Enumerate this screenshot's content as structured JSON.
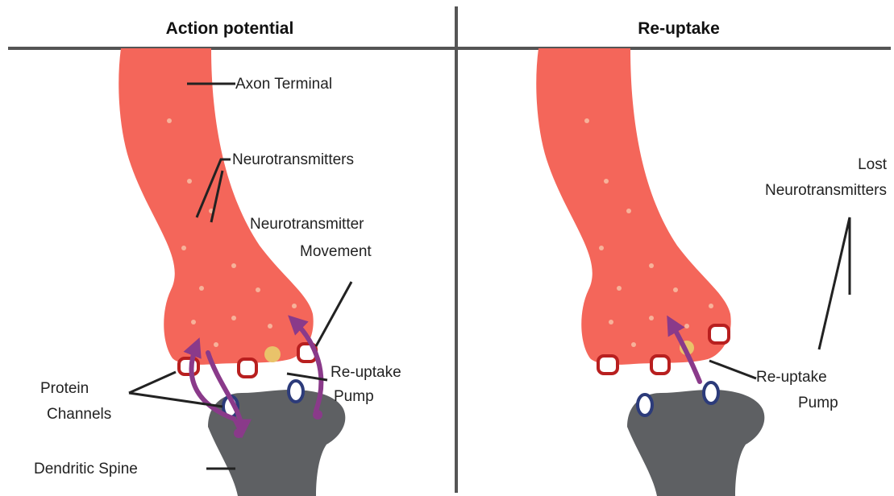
{
  "panels": {
    "left": {
      "title": "Action potential",
      "labels": {
        "axon_terminal": "Axon Terminal",
        "neurotransmitters": "Neurotransmitters",
        "nt_movement_line1": "Neurotransmitter",
        "nt_movement_line2": "Movement",
        "pump_line1": "Re-uptake",
        "pump_line2": "Pump",
        "channels_line1": "Protein",
        "channels_line2": "Channels",
        "dendritic_spine": "Dendritic Spine"
      }
    },
    "right": {
      "title": "Re-uptake",
      "labels": {
        "lost_line1": "Lost",
        "lost_line2": "Neurotransmitters",
        "pump_line1": "Re-uptake",
        "pump_line2": "Pump"
      }
    }
  },
  "colors": {
    "terminal": "#f4665a",
    "spine": "#5e6063",
    "arrow": "#8a3a8a",
    "channel_outline": "#b81f1f",
    "receptor": "#2c3b7a",
    "neurotransmitter": "#e9c36a"
  }
}
